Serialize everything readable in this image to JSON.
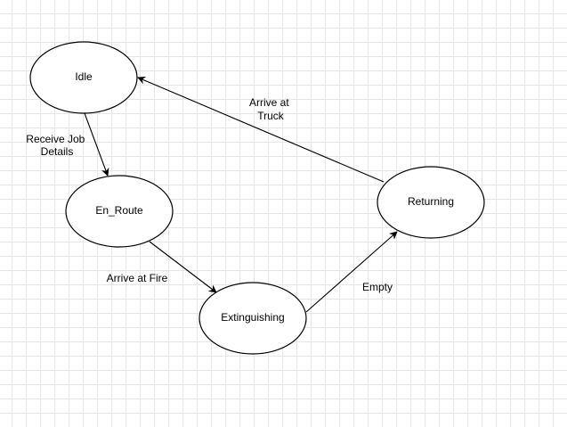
{
  "diagram": {
    "states": [
      {
        "id": "idle",
        "label": "Idle"
      },
      {
        "id": "en_route",
        "label": "En_Route"
      },
      {
        "id": "extinguishing",
        "label": "Extinguishing"
      },
      {
        "id": "returning",
        "label": "Returning"
      }
    ],
    "transitions": [
      {
        "from": "idle",
        "to": "en_route",
        "label_lines": [
          "Receive Job",
          "Details"
        ]
      },
      {
        "from": "en_route",
        "to": "extinguishing",
        "label_lines": [
          "Arrive at Fire"
        ]
      },
      {
        "from": "extinguishing",
        "to": "returning",
        "label_lines": [
          "Empty"
        ]
      },
      {
        "from": "returning",
        "to": "idle",
        "label_lines": [
          "Arrive at",
          "Truck"
        ]
      }
    ]
  }
}
